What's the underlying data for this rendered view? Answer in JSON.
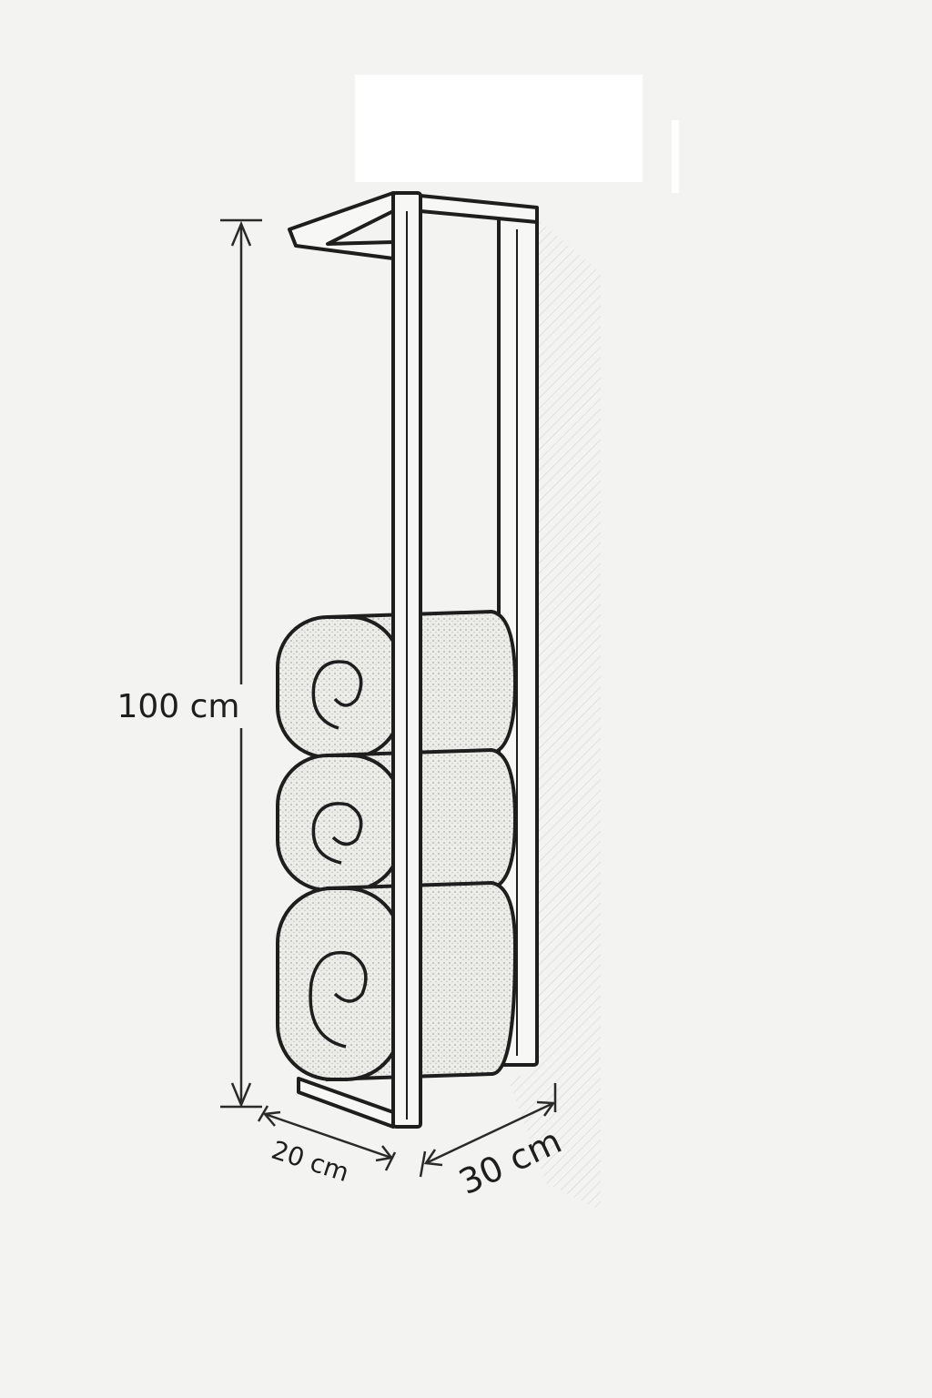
{
  "dimensions": {
    "height": "100 cm",
    "width": "20 cm",
    "depth": "30 cm"
  },
  "colors": {
    "background": "#f3f3f1",
    "line": "#1e1e1e",
    "towel": "#e6e6e3"
  }
}
